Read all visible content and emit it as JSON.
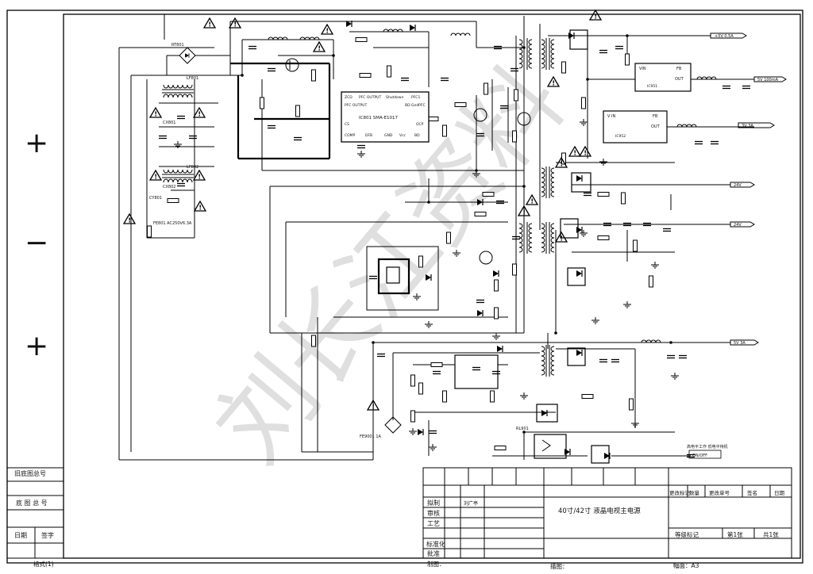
{
  "side_marks": {
    "plus_top": "+",
    "minus": "−",
    "plus_bottom": "+"
  },
  "watermark": "刘长江资料",
  "outputs": {
    "o1": "+5V 0.5A",
    "o2": "5V 100mA",
    "o3": "3V 3A",
    "o4": "24V",
    "o5": "24V",
    "o6": "5V 3A"
  },
  "chips": {
    "pfc": {
      "name": "IC801 SMA-E1017",
      "pins": [
        "ZCD",
        "PFC OUTPUT",
        "Shutdown",
        "PFC1",
        "PFC OUTPUT",
        "BD GndPFC",
        "CS",
        "OCP",
        "COMP",
        "DFB",
        "GND",
        "Vcc",
        "BD"
      ]
    },
    "reg1": {
      "name": "IC951",
      "vin": "VIN",
      "fb": "FB",
      "out": "OUT"
    },
    "reg2": {
      "name": "IC952",
      "vin": "V IN",
      "fb": "FB",
      "out": "OUT"
    }
  },
  "left_stack": {
    "fuse": "FE801 AC250V6.3A",
    "filter1": "LF801",
    "filter2": "LF802",
    "cap1": "CX801",
    "cap2": "CX802",
    "cap_y": "CY801",
    "rt": "RT801"
  },
  "standby_label": "FE9001 1A",
  "relay_label": "RL901",
  "note_line": "高电平工作 低电平待机",
  "note_sig": "ON/OFF",
  "left_table": {
    "row1": "旧底图总号",
    "row2": "底 图 总 号",
    "row3_a": "日期",
    "row3_b": "签字"
  },
  "title_block": {
    "header": [
      "更改标记",
      "数量",
      "更改单号",
      "签名",
      "日期"
    ],
    "roles": [
      "拟制",
      "审核",
      "工艺",
      "标准化",
      "批准"
    ],
    "designer": "刘广亭",
    "drawing_title": "40寸/42寸 液晶电视主电源",
    "grade": "等级标记",
    "sheet_no": "第1张",
    "total": "共1张"
  },
  "bottom_bar": {
    "format": "格式(1)",
    "drawn": "制图：",
    "traced": "描图：",
    "size": "幅面：A3"
  }
}
